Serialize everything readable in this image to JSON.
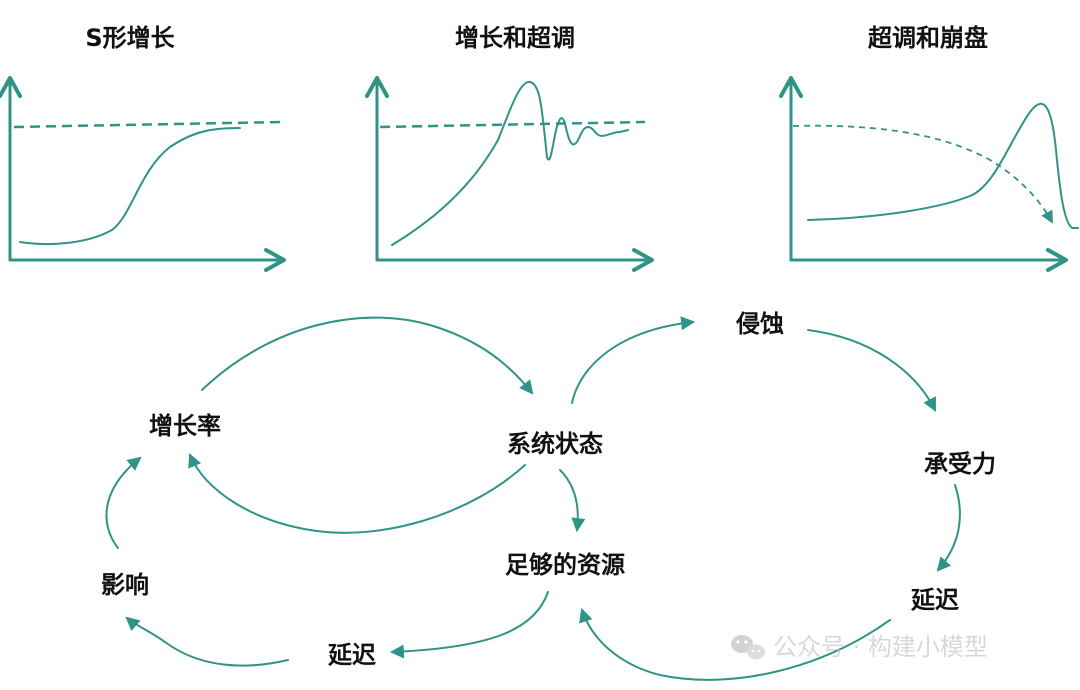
{
  "colors": {
    "accent": "#2f9487",
    "text": "#111111",
    "watermark": "#b9b9b9"
  },
  "charts": {
    "s_growth": {
      "title": "S形增长"
    },
    "growth_overshoot": {
      "title": "增长和超调"
    },
    "overshoot_collapse": {
      "title": "超调和崩盘"
    }
  },
  "nodes": {
    "growth_rate": "增长率",
    "system_state": "系统状态",
    "erosion": "侵蚀",
    "capacity": "承受力",
    "delay_right": "延迟",
    "enough_resources": "足够的资源",
    "delay_left": "延迟",
    "impact": "影响"
  },
  "watermark": {
    "text": "公众号 · 构建小模型",
    "icon": "wechat-icon"
  }
}
